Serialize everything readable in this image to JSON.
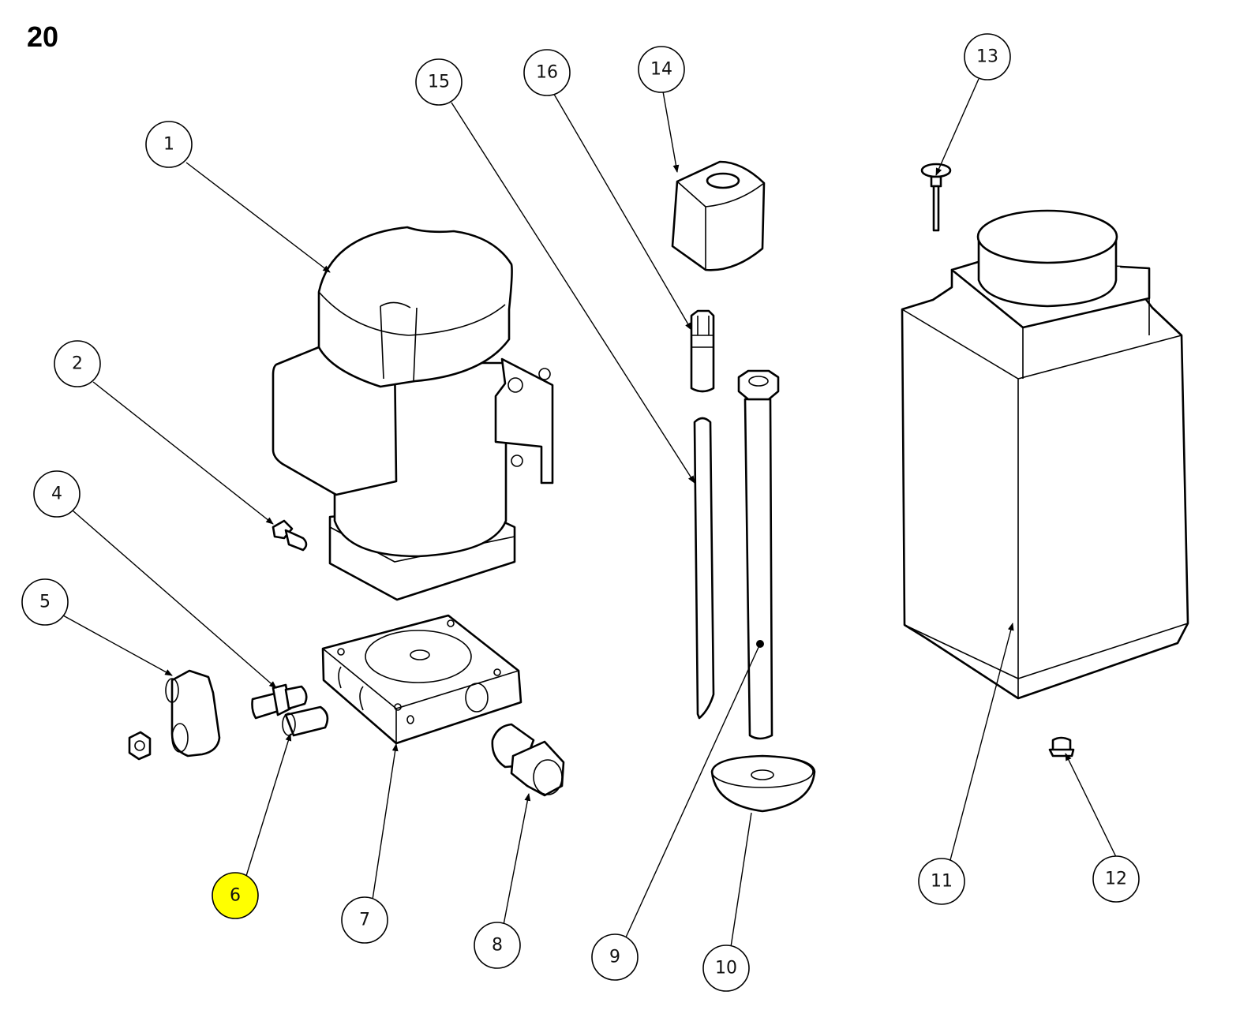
{
  "page": {
    "number": "20"
  },
  "diagram": {
    "title": "Exploded parts view",
    "highlight_color": "#ffff00",
    "callouts": [
      {
        "id": "1",
        "label": "1",
        "part": "electric-motor",
        "highlighted": false
      },
      {
        "id": "2",
        "label": "2",
        "part": "motor-fitting-screw",
        "highlighted": false
      },
      {
        "id": "4",
        "label": "4",
        "part": "nipple-fitting",
        "highlighted": false
      },
      {
        "id": "5",
        "label": "5",
        "part": "banjo-fitting-with-nut",
        "highlighted": false
      },
      {
        "id": "6",
        "label": "6",
        "part": "plug-fitting",
        "highlighted": true
      },
      {
        "id": "7",
        "label": "7",
        "part": "manifold-block",
        "highlighted": false
      },
      {
        "id": "8",
        "label": "8",
        "part": "hex-plug",
        "highlighted": false
      },
      {
        "id": "9",
        "label": "9",
        "part": "suction-tube",
        "highlighted": false
      },
      {
        "id": "10",
        "label": "10",
        "part": "suction-filter",
        "highlighted": false
      },
      {
        "id": "11",
        "label": "11",
        "part": "oil-tank",
        "highlighted": false
      },
      {
        "id": "12",
        "label": "12",
        "part": "drain-plug",
        "highlighted": false
      },
      {
        "id": "13",
        "label": "13",
        "part": "dipstick-breather",
        "highlighted": false
      },
      {
        "id": "14",
        "label": "14",
        "part": "solenoid-coil",
        "highlighted": false
      },
      {
        "id": "15",
        "label": "15",
        "part": "return-tube",
        "highlighted": false
      },
      {
        "id": "16",
        "label": "16",
        "part": "valve-cartridge",
        "highlighted": false
      }
    ]
  }
}
